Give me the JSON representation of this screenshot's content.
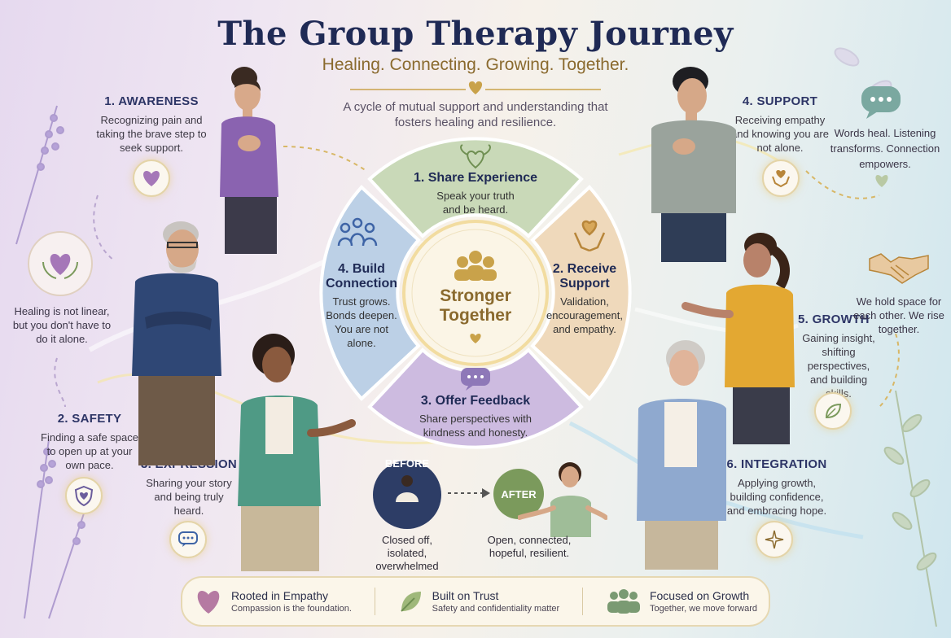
{
  "title": "The Group Therapy Journey",
  "subtitle": "Healing. Connecting. Growing. Together.",
  "tagline": "A cycle of mutual support and understanding that fosters healing and resilience.",
  "steps": [
    {
      "title": "1. AWARENESS",
      "desc": "Recognizing pain and taking the brave step to seek support.",
      "icon": "heart-icon",
      "color": "#2d3566"
    },
    {
      "title": "2. SAFETY",
      "desc": "Finding a safe space to open up at your own pace.",
      "icon": "shield-heart-icon",
      "color": "#2d3566"
    },
    {
      "title": "3. EXPRESSION",
      "desc": "Sharing your story and being truly heard.",
      "icon": "speech-bubble-icon",
      "color": "#2d3566"
    },
    {
      "title": "4. SUPPORT",
      "desc": "Receiving empathy and knowing you are not alone.",
      "icon": "hands-heart-icon",
      "color": "#2d3566"
    },
    {
      "title": "5. GROWTH",
      "desc": "Gaining insight, shifting perspectives, and building skills.",
      "icon": "leaf-icon",
      "color": "#2d3566"
    },
    {
      "title": "6. INTEGRATION",
      "desc": "Applying growth, building confidence, and embracing hope.",
      "icon": "sparkle-icon",
      "color": "#2d3566"
    }
  ],
  "side_notes": {
    "left": "Healing is not linear, but you don't have to do it alone.",
    "right_top": "Words heal. Listening transforms. Connection empowers.",
    "right_mid": "We hold space for each other. We rise together."
  },
  "wheel": {
    "center": "Stronger Together",
    "segments": [
      {
        "title": "1. Share Experience",
        "desc": "Speak your truth and be heard.",
        "color": "#c9d9b8"
      },
      {
        "title": "2. Receive Support",
        "desc": "Validation, encouragement, and empathy.",
        "color": "#efd9bb"
      },
      {
        "title": "3. Offer Feedback",
        "desc": "Share perspectives with kindness and honesty.",
        "color": "#cdbbe0"
      },
      {
        "title": "4. Build Connection",
        "desc": "Trust grows. Bonds deepen. You are not alone.",
        "color": "#bcd0e6"
      }
    ]
  },
  "before_after": {
    "before_label": "BEFORE",
    "before_desc": "Closed off, isolated, overwhelmed",
    "after_label": "AFTER",
    "after_desc": "Open, connected, hopeful, resilient."
  },
  "footer": [
    {
      "title": "Rooted in Empathy",
      "sub": "Compassion is the foundation.",
      "icon": "heart-icon"
    },
    {
      "title": "Built on Trust",
      "sub": "Safety and confidentiality matter",
      "icon": "leaf-icon"
    },
    {
      "title": "Focused on Growth",
      "sub": "Together, we move forward",
      "icon": "people-group-icon"
    }
  ],
  "colors": {
    "navy": "#1f2a55",
    "gold": "#c9a24a",
    "purple": "#8e78b8",
    "green": "#7b9a5c"
  }
}
